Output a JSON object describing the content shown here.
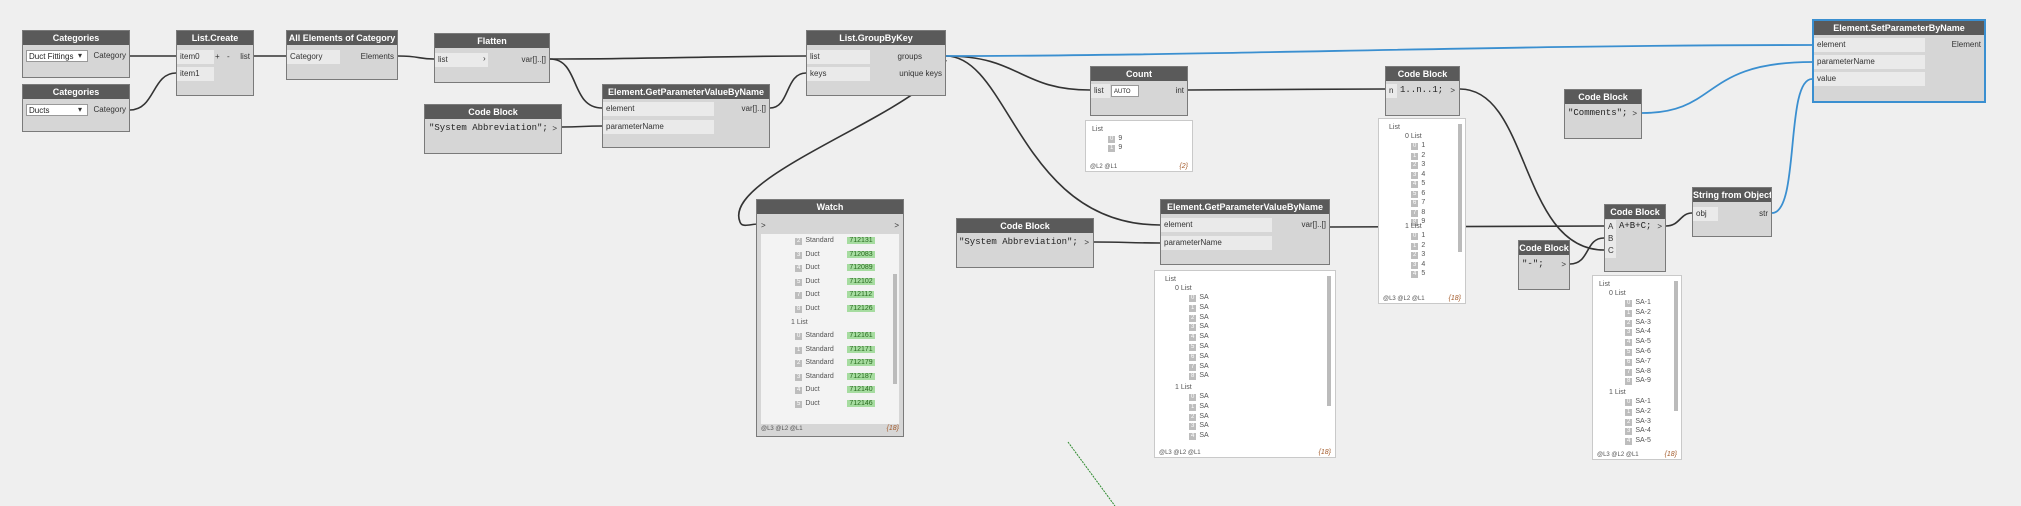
{
  "nodes": {
    "categories1": {
      "title": "Categories",
      "value": "Duct Fittings",
      "output": "Category"
    },
    "categories2": {
      "title": "Categories",
      "value": "Ducts",
      "output": "Category"
    },
    "list_create": {
      "title": "List.Create",
      "inputs": [
        "item0",
        "item1"
      ],
      "plus": "+",
      "minus": "-",
      "output": "list"
    },
    "all_elements": {
      "title": "All Elements of Category",
      "input": "Category",
      "output": "Elements"
    },
    "flatten": {
      "title": "Flatten",
      "input": "list",
      "output": "var[]..[]"
    },
    "cb_sysabbr1": {
      "title": "Code Block",
      "code": "\"System Abbreviation\";"
    },
    "getparam1": {
      "title": "Element.GetParameterValueByName",
      "inputs": [
        "element",
        "parameterName"
      ],
      "output": "var[]..[]"
    },
    "groupbykey": {
      "title": "List.GroupByKey",
      "inputs": [
        "list",
        "keys"
      ],
      "outputs": [
        "groups",
        "unique keys"
      ]
    },
    "count": {
      "title": "Count",
      "input": "list",
      "output": "int",
      "lacing": "AUTO"
    },
    "cb_range": {
      "title": "Code Block",
      "code": "1..n..1;",
      "input": "n"
    },
    "cb_comments": {
      "title": "Code Block",
      "code": "\"Comments\";"
    },
    "setparam": {
      "title": "Element.SetParameterByName",
      "inputs": [
        "element",
        "parameterName",
        "value"
      ],
      "output": "Element"
    },
    "watch": {
      "title": "Watch"
    },
    "cb_sysabbr2": {
      "title": "Code Block",
      "code": "\"System Abbreviation\";"
    },
    "getparam2": {
      "title": "Element.GetParameterValueByName",
      "inputs": [
        "element",
        "parameterName"
      ],
      "output": "var[]..[]"
    },
    "cb_concat": {
      "title": "Code Block",
      "code": "A+B+C;",
      "inputs": [
        "A",
        "B",
        "C"
      ]
    },
    "cb_dash": {
      "title": "Code Block",
      "code": "\"-\";"
    },
    "string_from_object": {
      "title": "String from Object",
      "input": "obj",
      "output": "str"
    }
  },
  "previews": {
    "count": {
      "header": "List",
      "items": [
        {
          "i": "0",
          "v": "9"
        },
        {
          "i": "1",
          "v": "9"
        }
      ],
      "footer": "@L2 @L1",
      "count": "{2}"
    },
    "range": {
      "header": "List",
      "sub0": "0 List",
      "items0": [
        "1",
        "2",
        "3",
        "4",
        "5",
        "6",
        "7",
        "8",
        "9"
      ],
      "sub1": "1 List",
      "items1": [
        "1",
        "2",
        "3",
        "4",
        "5"
      ],
      "footer": "@L3 @L2 @L1",
      "count": "{18}"
    },
    "getparam2": {
      "header": "List",
      "sub0": "0 List",
      "items0": [
        "SA",
        "SA",
        "SA",
        "SA",
        "SA",
        "SA",
        "SA",
        "SA",
        "SA"
      ],
      "sub1": "1 List",
      "items1": [
        "SA",
        "SA",
        "SA",
        "SA",
        "SA"
      ],
      "footer": "@L3 @L2 @L1",
      "count": "{18}"
    },
    "concat": {
      "header": "List",
      "sub0": "0 List",
      "items0": [
        "SA-1",
        "SA-2",
        "SA-3",
        "SA-4",
        "SA-5",
        "SA-6",
        "SA-7",
        "SA-8",
        "SA-9"
      ],
      "sub1": "1 List",
      "items1": [
        "SA-1",
        "SA-2",
        "SA-3",
        "SA-4",
        "SA-5"
      ],
      "footer": "@L3 @L2 @L1",
      "count": "{18}"
    },
    "watch": {
      "rows_top": [
        {
          "i": "2",
          "t": "Standard",
          "id": "712131"
        },
        {
          "i": "3",
          "t": "Duct",
          "id": "712083"
        },
        {
          "i": "4",
          "t": "Duct",
          "id": "712089"
        },
        {
          "i": "5",
          "t": "Duct",
          "id": "712102"
        },
        {
          "i": "7",
          "t": "Duct",
          "id": "712112"
        },
        {
          "i": "8",
          "t": "Duct",
          "id": "712126"
        }
      ],
      "sub1": "1 List",
      "rows_bottom": [
        {
          "i": "0",
          "t": "Standard",
          "id": "712161"
        },
        {
          "i": "1",
          "t": "Standard",
          "id": "712171"
        },
        {
          "i": "2",
          "t": "Standard",
          "id": "712179"
        },
        {
          "i": "3",
          "t": "Standard",
          "id": "712187"
        },
        {
          "i": "4",
          "t": "Duct",
          "id": "712140"
        },
        {
          "i": "5",
          "t": "Duct",
          "id": "712146"
        }
      ],
      "footer": "@L3 @L2 @L1",
      "count": "{18}"
    }
  },
  "colors": {
    "wire": "#333333",
    "wire_selected": "#3a8fd0",
    "header": "#5a5a5a",
    "node_body": "#d6d6d6"
  }
}
